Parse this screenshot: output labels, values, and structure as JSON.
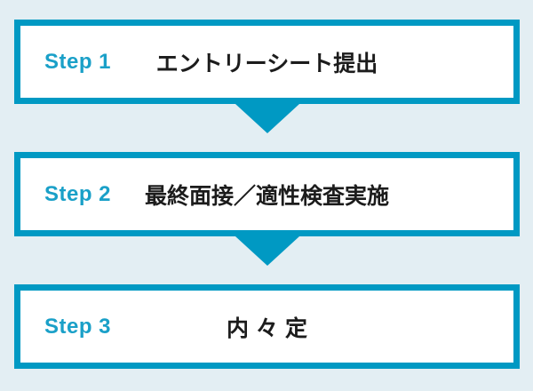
{
  "diagram": {
    "type": "vertical-step-flow",
    "steps": [
      {
        "number": "Step 1",
        "label": "エントリーシート提出"
      },
      {
        "number": "Step 2",
        "label": "最終面接／適性検査実施"
      },
      {
        "number": "Step 3",
        "label": "内々定"
      }
    ],
    "arrow_count": 2
  },
  "colors": {
    "background": "#e3eef3",
    "accent_cyan": "#0099c3",
    "step_number_text": "#1aa0c8",
    "label_text": "#1c1c1c",
    "box_background": "#ffffff"
  }
}
